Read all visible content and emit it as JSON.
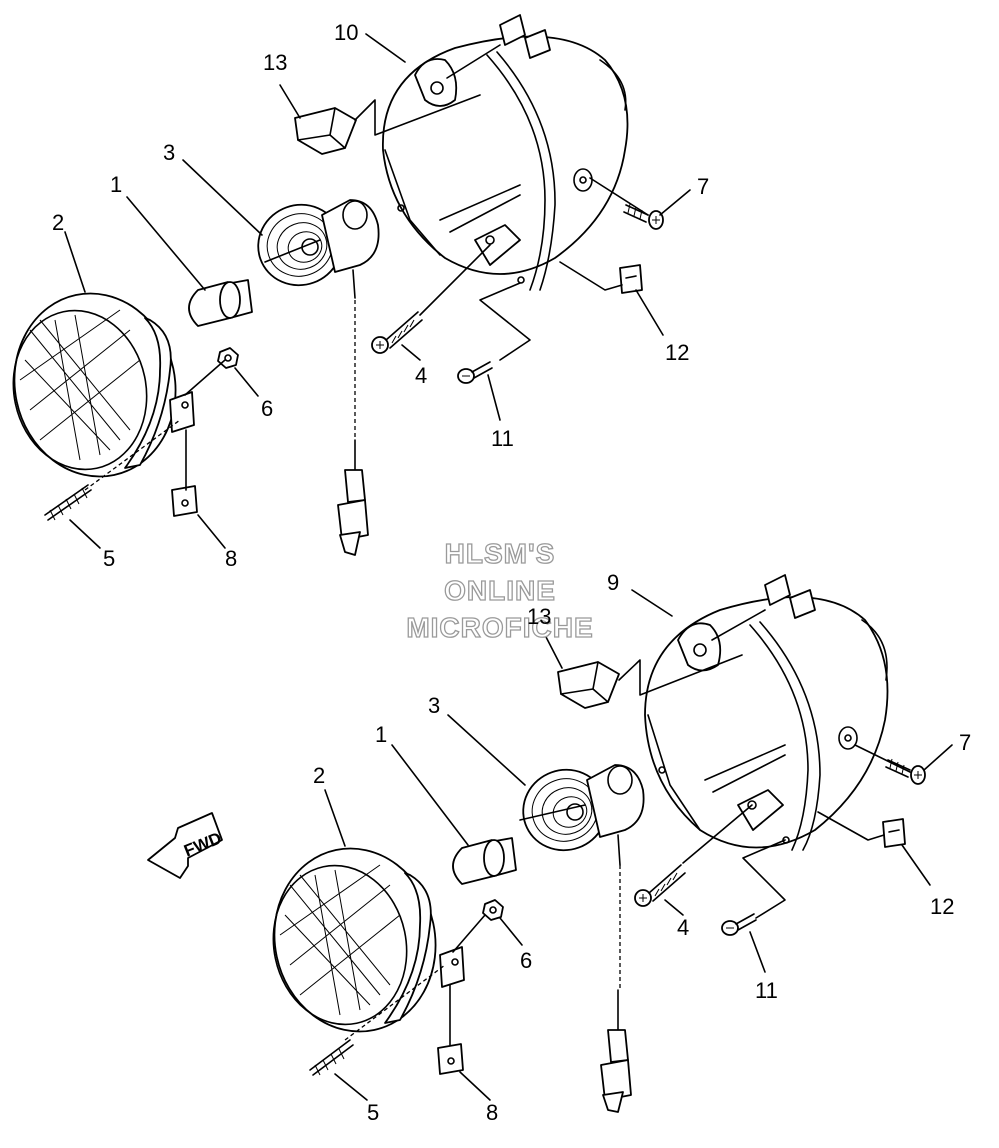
{
  "watermark": {
    "line1": "HLSM'S",
    "line2": "ONLINE",
    "line3": "MICROFICHE"
  },
  "direction_arrow": {
    "label": "FWD",
    "icon": "fwd-arrow-icon"
  },
  "assembly_upper": {
    "callouts": {
      "c1": "1",
      "c2": "2",
      "c3": "3",
      "c4": "4",
      "c5": "5",
      "c6": "6",
      "c7": "7",
      "c8": "8",
      "c10": "10",
      "c11": "11",
      "c12": "12",
      "c13": "13"
    }
  },
  "assembly_lower": {
    "callouts": {
      "c1": "1",
      "c2": "2",
      "c3": "3",
      "c4": "4",
      "c5": "5",
      "c6": "6",
      "c7": "7",
      "c8": "8",
      "c9": "9",
      "c11": "11",
      "c12": "12",
      "c13": "13"
    }
  },
  "colors": {
    "line": "#000000",
    "background": "#ffffff",
    "watermark_outline": "#9a9a9a"
  }
}
